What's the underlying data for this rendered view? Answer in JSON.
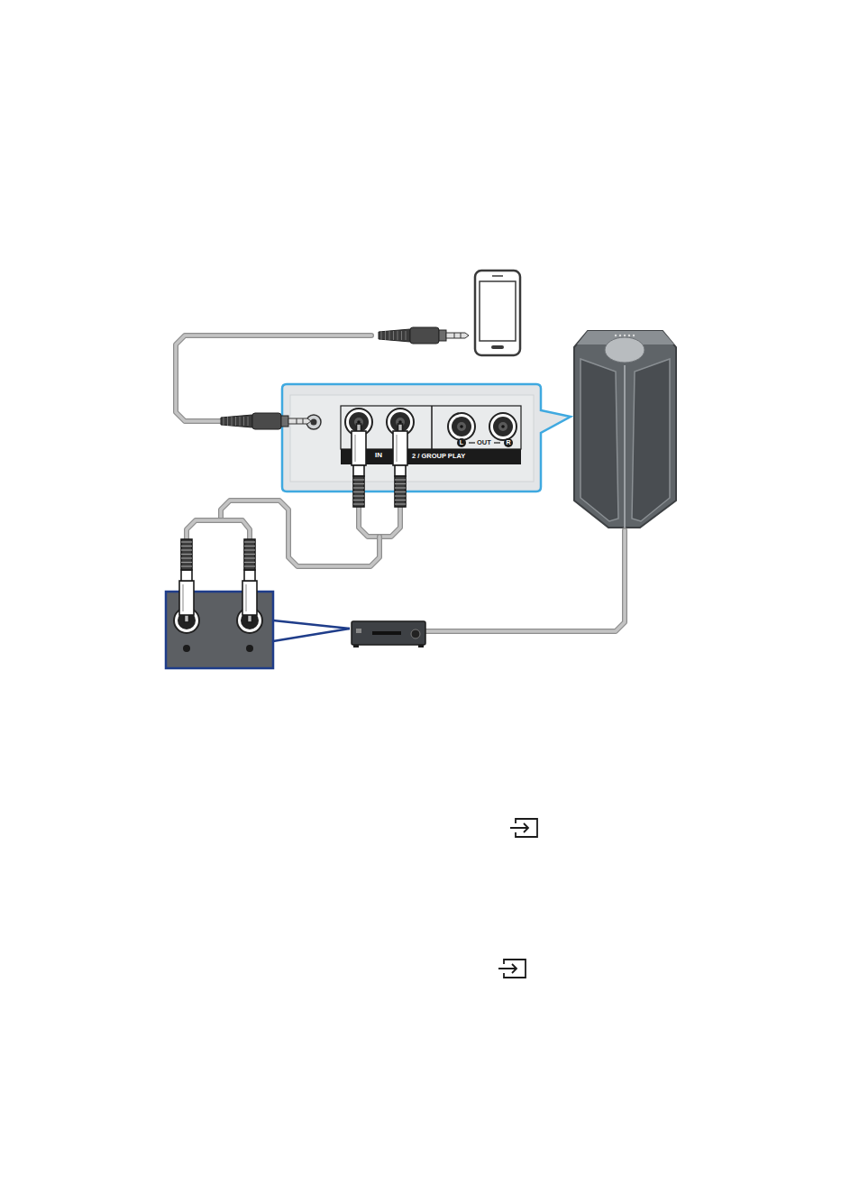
{
  "diagram": {
    "nodes": [
      {
        "text": [
          "IN",
          "2 / GROUP PLAY",
          "L",
          "OUT",
          "R"
        ]
      }
    ]
  }
}
